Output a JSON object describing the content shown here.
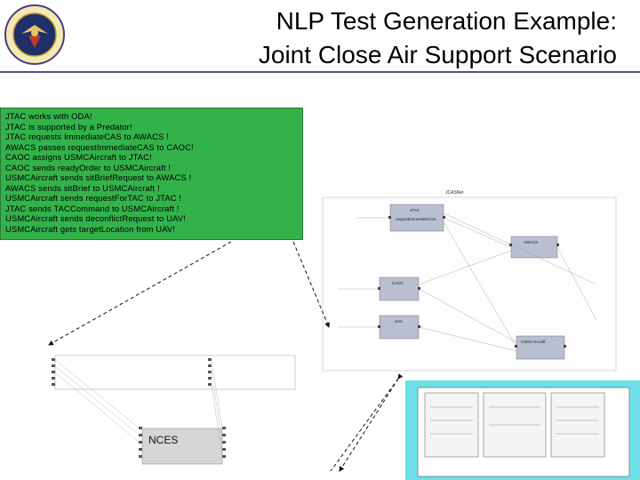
{
  "header": {
    "title_line1": "NLP Test Generation Example:",
    "title_line2": "Joint Close Air Support Scenario",
    "logo_name": "defense-information-systems-agency-seal"
  },
  "scenario": {
    "lines": [
      "JTAC works with ODA!",
      "JTAC is supported by a Predator!",
      "JTAC requests ImmediateCAS to AWACS !",
      "AWACS passes requestImmediateCAS to CAOC!",
      "CAOC assigns USMCAircraft to JTAC!",
      "CAOC sends readyOrder to USMCAircraft !",
      "USMCAircraft sends sitBriefRequest to AWACS !",
      "AWACS sends sitBrief to USMCAircraft !",
      "USMCAircraft sends requestForTAC to JTAC !",
      "JTAC sends TACCommand to USMCAircraft !",
      "USMCAircraft sends deconflictRequest to UAV!",
      "USMCAircraft gets targetLocation from UAV!"
    ]
  },
  "diagram": {
    "nces_label": "NCES",
    "jtac": "JTAC",
    "jtac_op": "requestImmediateCAS",
    "awacs": "AWACS",
    "caoc": "CAOC",
    "uav": "UAV",
    "usmc": "USMCAircraft"
  },
  "colors": {
    "scenario_bg": "#33b24a",
    "title_rule": "#5a4a86",
    "node_fill": "#b9bfd0"
  }
}
